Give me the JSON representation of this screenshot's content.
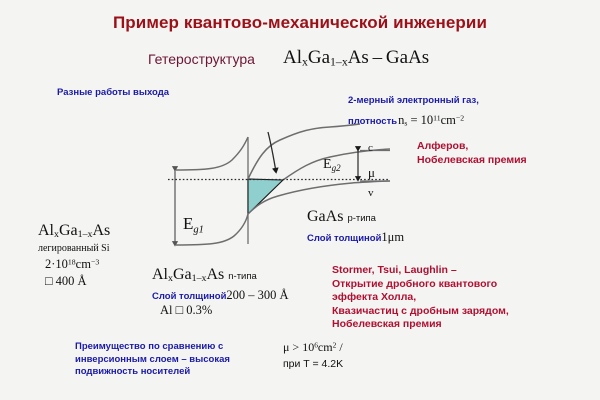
{
  "slide": {
    "title": "Пример квантово-механической инженерии",
    "background_color": "#f4f4f3",
    "title_color": "#9c1018",
    "accent_blue": "#1a1aa8",
    "accent_red": "#b01030",
    "well_fill_color": "#8fd0ce"
  },
  "header": {
    "hetero_label": "Гетероструктура",
    "hetero_formula": "AlₓGa₁₋ₓAs – GaAs"
  },
  "annotations": {
    "work_function": "Разные работы выхода",
    "gas_label": "2-мерный электронный газ,",
    "density_label": "плотность",
    "density_formula": "nₛ = 10¹¹cm⁻²"
  },
  "credits": {
    "alferov": [
      "Алферов,",
      "Нобелевская премия"
    ],
    "stormer": [
      "Stormer, Tsui, Laughlin –",
      "Открытие дробного квантового",
      "эффекта Холла,",
      "Квазичастиц с дробным зарядом,",
      "Нобелевская премия"
    ]
  },
  "left_layer": {
    "material": "AlₓGa₁₋ₓAs",
    "doping": "легированный Si",
    "concentration": "2·10¹⁸cm⁻³",
    "thickness": "□ 400 Å"
  },
  "middle_layer": {
    "material": "AlₓGa₁₋ₓAs n-типа",
    "material_base": "AlₓGa₁₋ₓAs",
    "material_type": "n-типа",
    "thickness_label": "Слой толщиной",
    "thickness_value": "200 – 300 Å",
    "al_fraction": "Al □ 0.3%"
  },
  "right_layer": {
    "material_base": "GaAs",
    "material_type": "p-типа",
    "thickness_label": "Слой толщиной",
    "thickness_value": "1μm"
  },
  "band_diagram": {
    "eg1_label": "E",
    "eg1_sub": "g1",
    "eg2_label": "E",
    "eg2_sub": "g2",
    "level_c": "c",
    "level_mu": "μ",
    "level_v": "v"
  },
  "advantage": {
    "lines": [
      "Преимущество по сравнению с",
      "инверсионным слоем – высокая",
      "подвижность носителей"
    ],
    "mobility": "μ > 10⁶cm² /",
    "temperature": "при T = 4.2K"
  }
}
